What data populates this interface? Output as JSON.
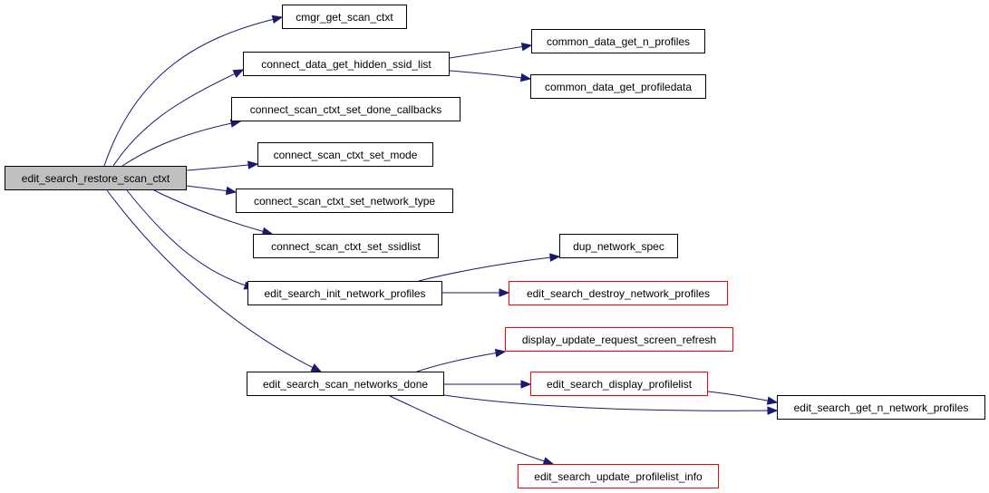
{
  "graph": {
    "colors": {
      "edge": "#191970",
      "root_fill": "#bfbfbf",
      "undocumented_border": "#ff0000",
      "documented_border": "#000000"
    },
    "nodes": [
      {
        "id": "root",
        "label": "edit_search_restore_scan_ctxt",
        "style": "root"
      },
      {
        "id": "n1",
        "label": "cmgr_get_scan_ctxt",
        "style": "normal"
      },
      {
        "id": "n2",
        "label": "connect_data_get_hidden_ssid_list",
        "style": "normal"
      },
      {
        "id": "n3",
        "label": "common_data_get_n_profiles",
        "style": "normal"
      },
      {
        "id": "n4",
        "label": "common_data_get_profiledata",
        "style": "normal"
      },
      {
        "id": "n5",
        "label": "connect_scan_ctxt_set_done_callbacks",
        "style": "normal"
      },
      {
        "id": "n6",
        "label": "connect_scan_ctxt_set_mode",
        "style": "normal"
      },
      {
        "id": "n7",
        "label": "connect_scan_ctxt_set_network_type",
        "style": "normal"
      },
      {
        "id": "n8",
        "label": "connect_scan_ctxt_set_ssidlist",
        "style": "normal"
      },
      {
        "id": "n9",
        "label": "edit_search_init_network_profiles",
        "style": "normal"
      },
      {
        "id": "n10",
        "label": "dup_network_spec",
        "style": "normal"
      },
      {
        "id": "n11",
        "label": "edit_search_destroy_network_profiles",
        "style": "red"
      },
      {
        "id": "n12",
        "label": "edit_search_scan_networks_done",
        "style": "normal"
      },
      {
        "id": "n13",
        "label": "display_update_request_screen_refresh",
        "style": "red"
      },
      {
        "id": "n14",
        "label": "edit_search_display_profilelist",
        "style": "red"
      },
      {
        "id": "n15",
        "label": "edit_search_get_n_network_profiles",
        "style": "normal"
      },
      {
        "id": "n16",
        "label": "edit_search_update_profilelist_info",
        "style": "red"
      }
    ],
    "edges": [
      [
        "root",
        "n1"
      ],
      [
        "root",
        "n2"
      ],
      [
        "root",
        "n5"
      ],
      [
        "root",
        "n6"
      ],
      [
        "root",
        "n7"
      ],
      [
        "root",
        "n8"
      ],
      [
        "root",
        "n9"
      ],
      [
        "root",
        "n12"
      ],
      [
        "n2",
        "n3"
      ],
      [
        "n2",
        "n4"
      ],
      [
        "n9",
        "n10"
      ],
      [
        "n9",
        "n11"
      ],
      [
        "n12",
        "n13"
      ],
      [
        "n12",
        "n14"
      ],
      [
        "n12",
        "n15"
      ],
      [
        "n12",
        "n16"
      ],
      [
        "n14",
        "n15"
      ]
    ]
  }
}
